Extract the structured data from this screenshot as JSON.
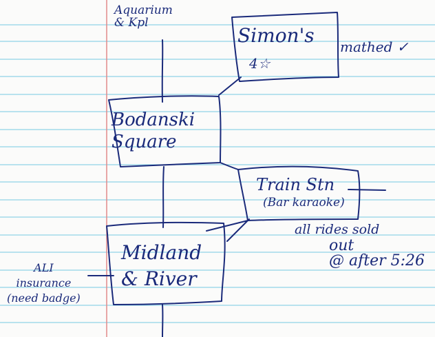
{
  "notes": {
    "aquarium": "Aquarium\n& Kpl",
    "simons_name": "Simon's",
    "simons_rating": "4☆",
    "simons_extra": "mathed ✓",
    "bodanski": "Bodanski\nSquare",
    "train_stn": "Train Stn",
    "train_sub": "(Bar karaoke)",
    "all_rides": "all rides sold",
    "out_after": "out\n@ after 5:26",
    "midland": "Midland\n& River",
    "ali": "ALI\ninsurance\n(need badge)"
  },
  "colors": {
    "ink": "#1a2a7a",
    "rule_line": "#8fd3e8",
    "margin_line": "#e28a8a",
    "paper": "#fbfbfa"
  }
}
